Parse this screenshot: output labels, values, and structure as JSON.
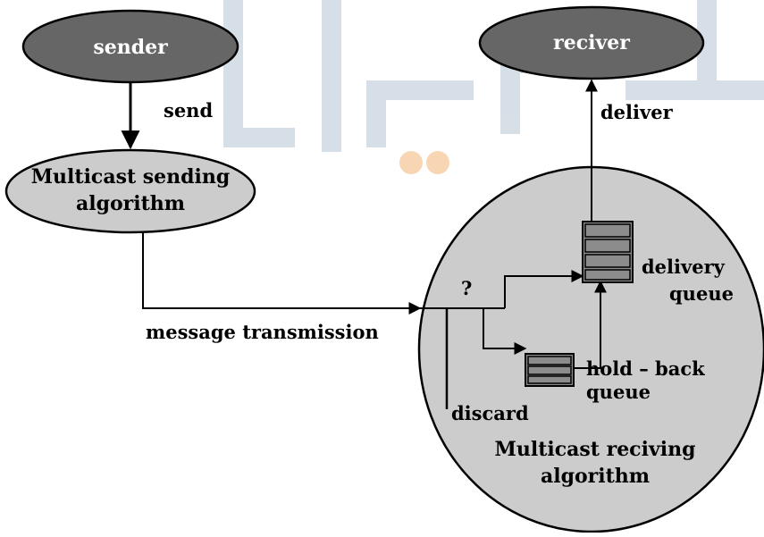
{
  "nodes": {
    "sender": "sender",
    "receiver": "reciver",
    "sending_algorithm_line1": "Multicast sending",
    "sending_algorithm_line2": "algorithm",
    "receiving_algorithm_line1": "Multicast reciving",
    "receiving_algorithm_line2": "algorithm"
  },
  "edges": {
    "send": "send",
    "deliver": "deliver",
    "message_transmission": "message transmission",
    "decision": "?",
    "discard": "discard"
  },
  "queues": {
    "delivery_line1": "delivery",
    "delivery_line2": "queue",
    "holdback_line1": "hold – back",
    "holdback_line2": "queue"
  },
  "colors": {
    "dark_node": "#666666",
    "light_node": "#cccccc",
    "queue_fill": "#8c8c8c",
    "watermark": "#c9d4df",
    "watermark_dots": "#f6c99a"
  }
}
